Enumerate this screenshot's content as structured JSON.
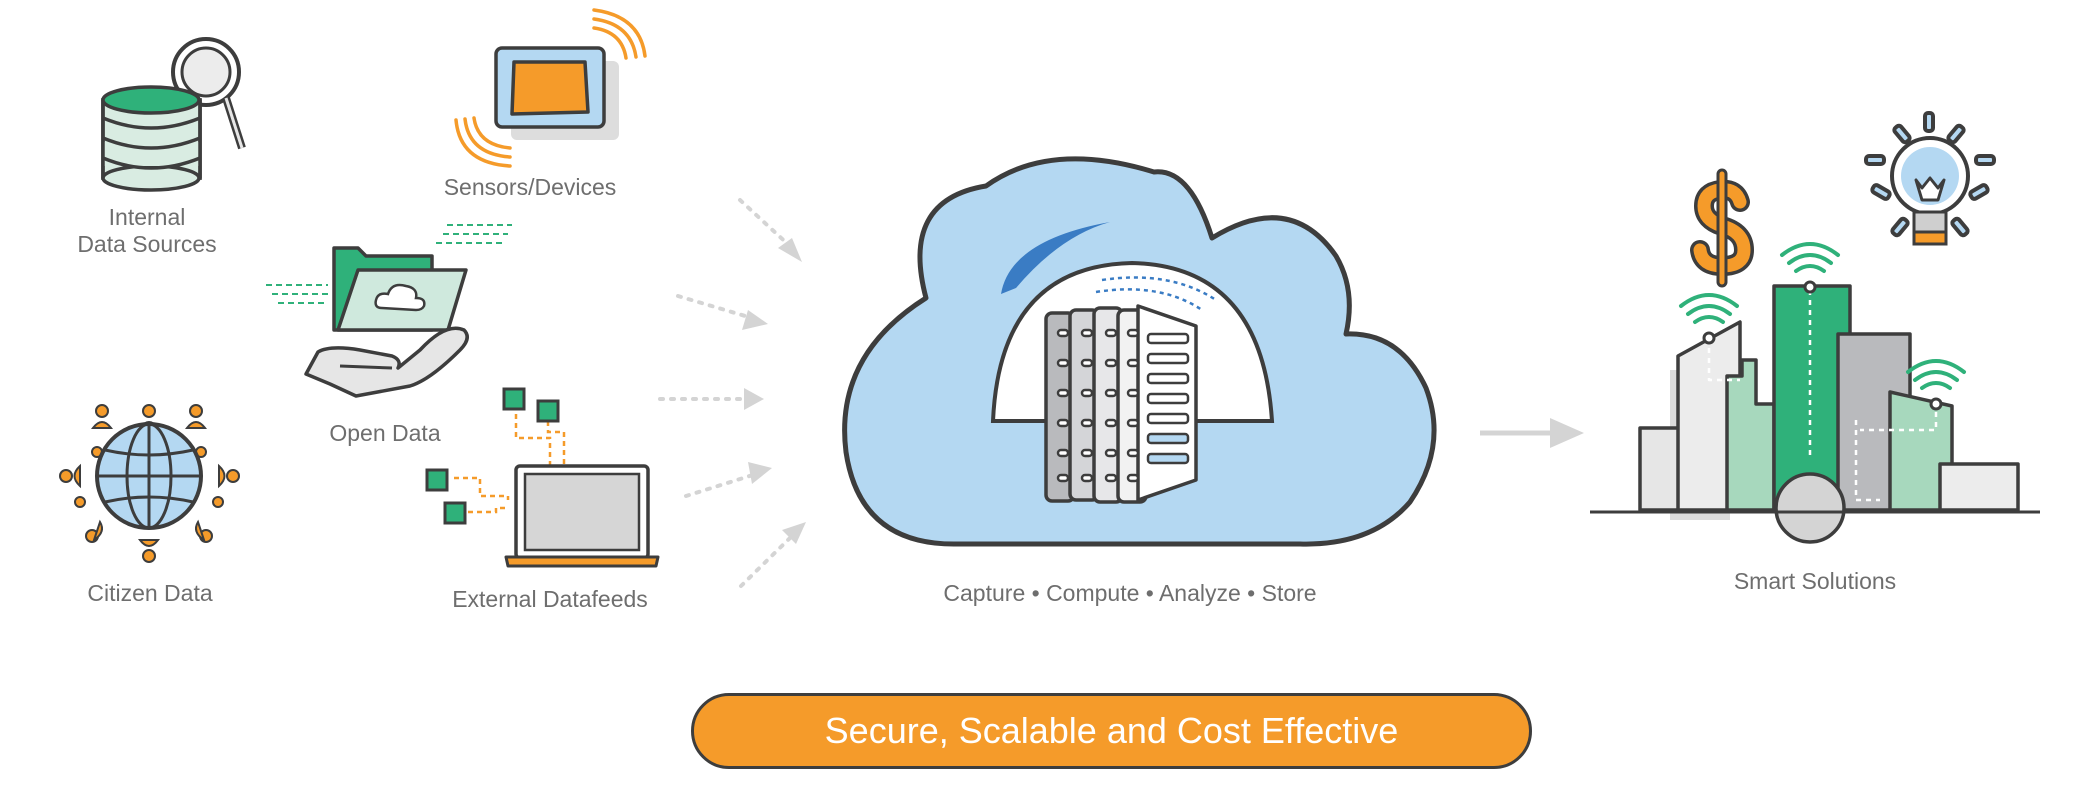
{
  "sources": {
    "internal": "Internal\nData Sources",
    "sensors": "Sensors/Devices",
    "open_data": "Open Data",
    "citizen": "Citizen Data",
    "external": "External Datafeeds"
  },
  "cloud_caption": "Capture • Compute • Analyze • Store",
  "solutions_label": "Smart Solutions",
  "banner_text": "Secure, Scalable and Cost Effective",
  "colors": {
    "green": "#2fb17a",
    "orange": "#f59b2a",
    "blue_light": "#b4d8f2",
    "outline": "#3d3d3d",
    "label": "#6e6e6e"
  },
  "icons": [
    "database-icon",
    "magnifier-icon",
    "sensor-device-icon",
    "folder-cloud-icon",
    "hand-icon",
    "globe-icon",
    "laptop-icon",
    "cloud-icon",
    "server-rack-icon",
    "dollar-icon",
    "lightbulb-icon",
    "city-icon",
    "wifi-icon"
  ]
}
